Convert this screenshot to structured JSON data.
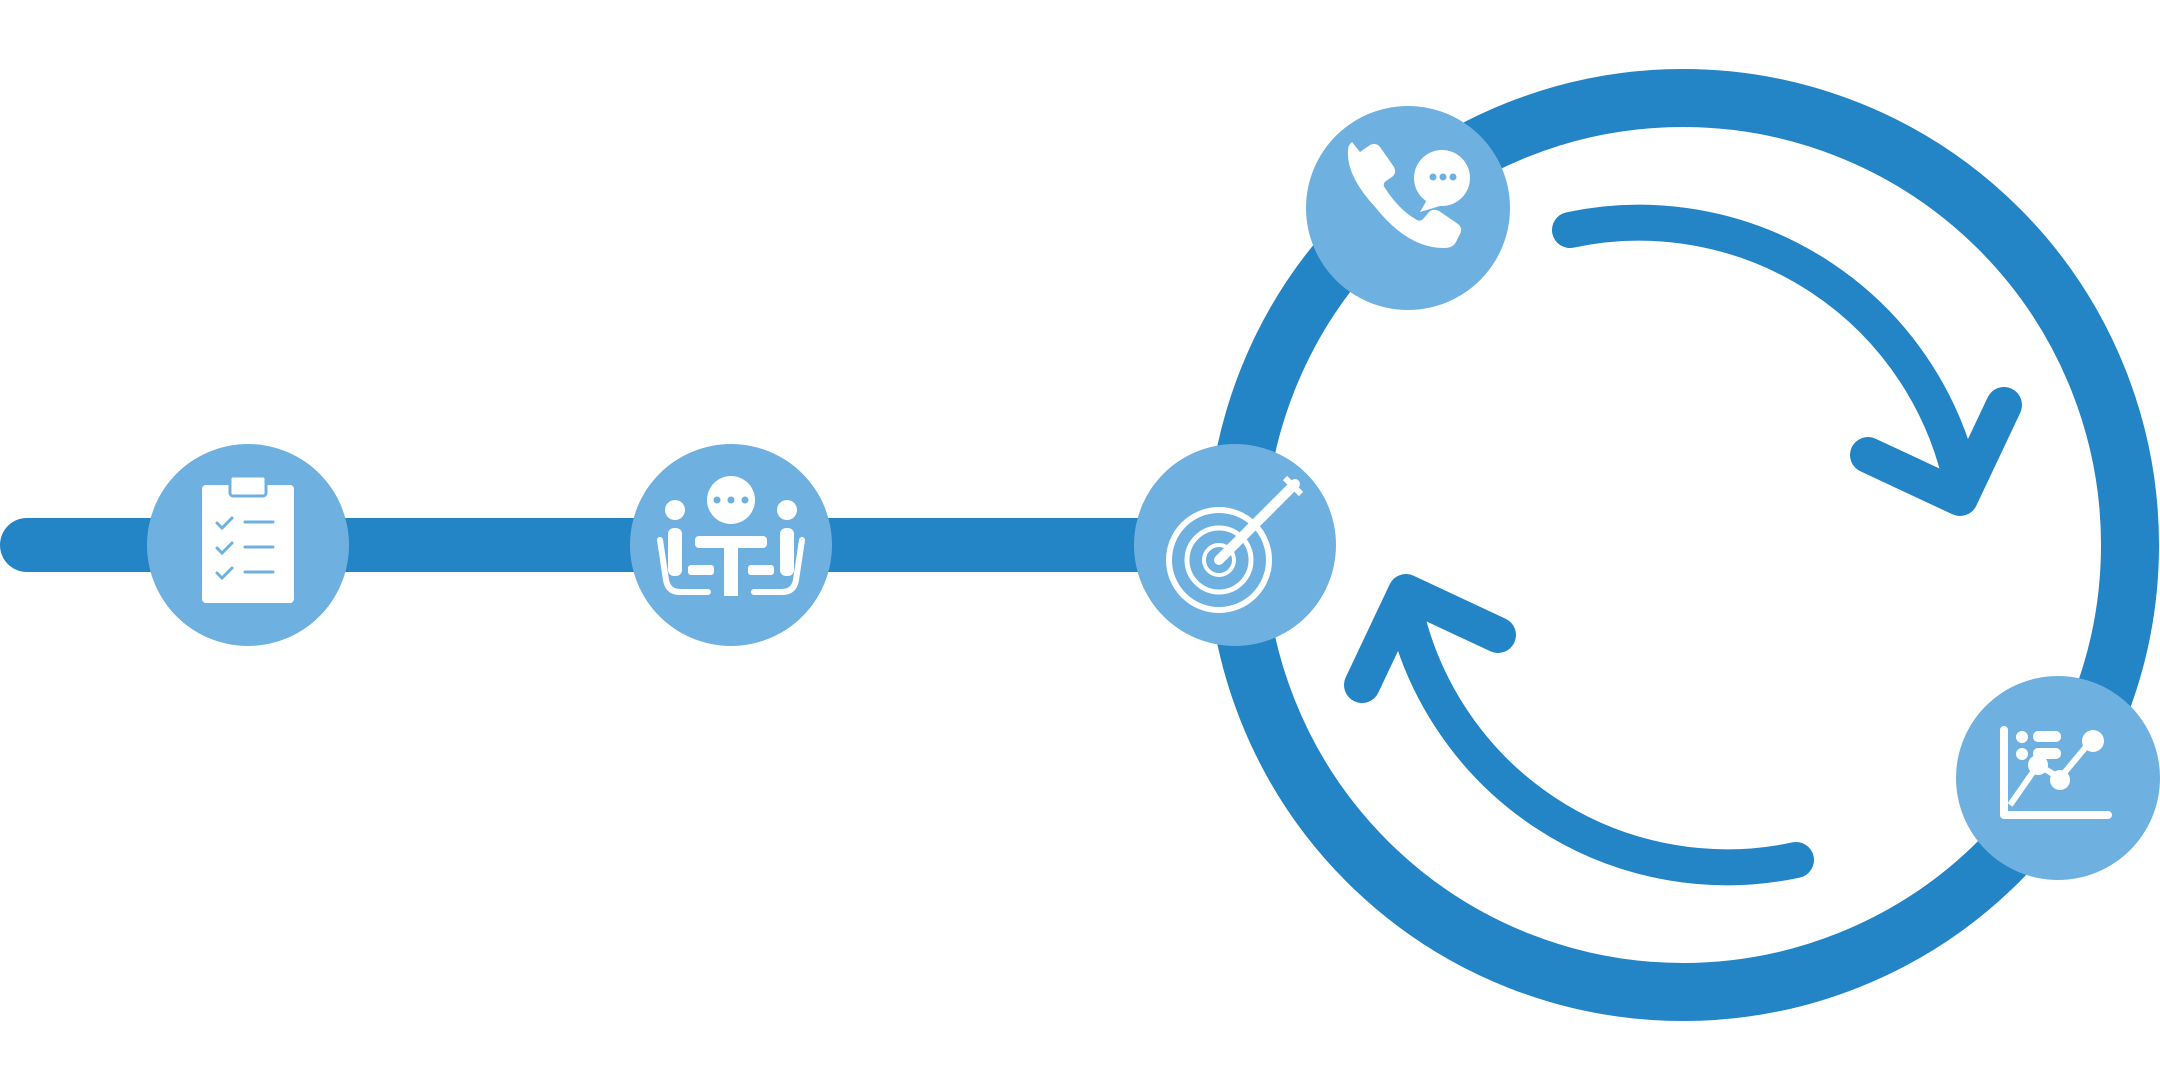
{
  "colors": {
    "primary": "#2384c6",
    "secondary": "#6eb1e1",
    "icon": "#ffffff",
    "background": "#ffffff"
  },
  "timeline": {
    "steps": [
      {
        "icon": "checklist-icon"
      },
      {
        "icon": "meeting-discussion-icon"
      },
      {
        "icon": "target-goal-icon"
      }
    ]
  },
  "cycle": {
    "direction": "clockwise",
    "nodes": [
      {
        "icon": "phone-chat-icon"
      },
      {
        "icon": "target-goal-icon"
      },
      {
        "icon": "analytics-chart-icon"
      }
    ],
    "arrows": [
      "clockwise-arrow-top",
      "clockwise-arrow-bottom"
    ]
  }
}
